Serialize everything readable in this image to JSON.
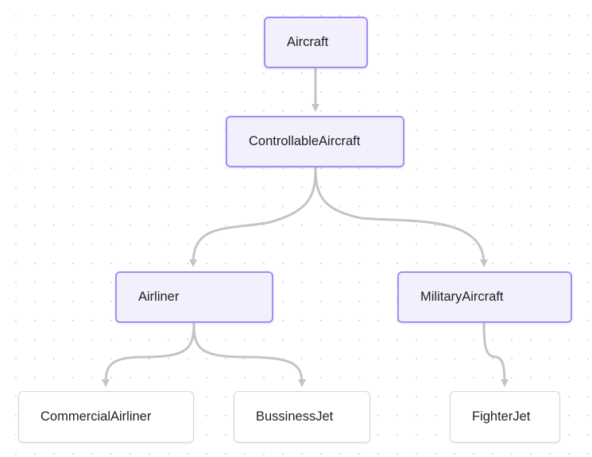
{
  "diagram": {
    "nodes": [
      {
        "id": "aircraft",
        "label": "Aircraft",
        "kind": "parent"
      },
      {
        "id": "controllable",
        "label": "ControllableAircraft",
        "kind": "parent"
      },
      {
        "id": "airliner",
        "label": "Airliner",
        "kind": "parent"
      },
      {
        "id": "military",
        "label": "MilitaryAircraft",
        "kind": "parent"
      },
      {
        "id": "commercial",
        "label": "CommercialAirliner",
        "kind": "leaf"
      },
      {
        "id": "bussiness",
        "label": "BussinessJet",
        "kind": "leaf"
      },
      {
        "id": "fighter",
        "label": "FighterJet",
        "kind": "leaf"
      }
    ],
    "edges": [
      {
        "from": "aircraft",
        "to": "controllable"
      },
      {
        "from": "controllable",
        "to": "airliner"
      },
      {
        "from": "controllable",
        "to": "military"
      },
      {
        "from": "airliner",
        "to": "commercial"
      },
      {
        "from": "airliner",
        "to": "bussiness"
      },
      {
        "from": "military",
        "to": "fighter"
      }
    ],
    "colors": {
      "parent_fill": "#f3f0fd",
      "parent_border": "#a98bf0",
      "leaf_fill": "#ffffff",
      "leaf_border": "#d6d6d6",
      "edge": "#c4c4c4",
      "canvas_dots": "#d9d9d9"
    }
  }
}
